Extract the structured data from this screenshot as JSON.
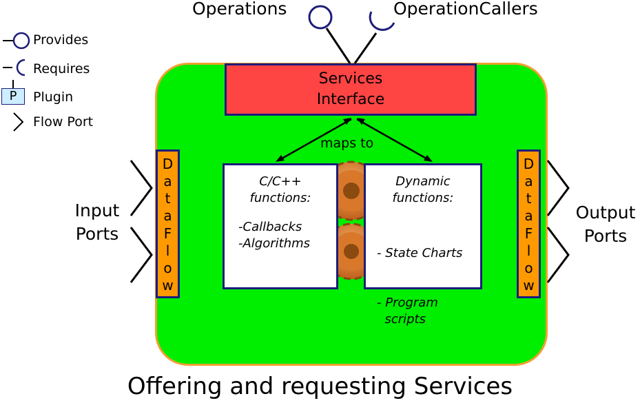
{
  "legend": {
    "provides": "Provides",
    "requires": "Requires",
    "plugin_letter": "P",
    "plugin": "Plugin",
    "flow_port": "Flow Port"
  },
  "top": {
    "operations": "Operations",
    "operation_callers": "OperationCallers"
  },
  "services_interface": "Services\nInterface",
  "maps_to": "maps to",
  "data_flow_letters": [
    "D",
    "a",
    "t",
    "a",
    "F",
    "l",
    "o",
    "w"
  ],
  "input_ports": "Input\nPorts",
  "output_ports": "Output\nPorts",
  "cpp_box": {
    "title": "C/C++\nfunctions:",
    "items": [
      "-Callbacks",
      "-Algorithms"
    ]
  },
  "dynamic_box": {
    "title": "Dynamic\nfunctions:",
    "items": [
      "- State Charts",
      "- Program\n  scripts"
    ]
  },
  "caption": "Offering and requesting Services",
  "colors": {
    "component_fill": "#00ee00",
    "component_border": "#f0a030",
    "services_fill": "#ff4444",
    "flow_bar_fill": "#ff9900",
    "outline": "#1c1c7a",
    "gear": "#e07a1a"
  }
}
